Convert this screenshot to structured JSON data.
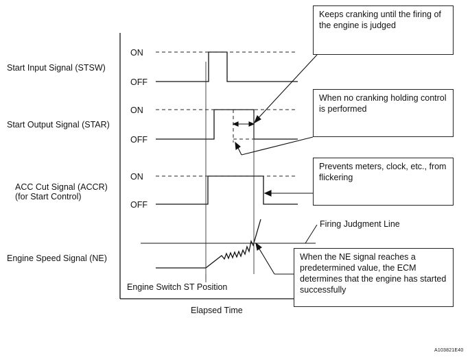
{
  "signals": [
    {
      "name": "Start Input Signal (STSW)",
      "on": "ON",
      "off": "OFF"
    },
    {
      "name": "Start Output Signal (STAR)",
      "on": "ON",
      "off": "OFF"
    },
    {
      "name": "ACC Cut Signal (ACCR)",
      "subname": "(for Start Control)",
      "on": "ON",
      "off": "OFF"
    },
    {
      "name": "Engine Speed Signal (NE)"
    }
  ],
  "callouts": {
    "cranking": "Keeps cranking until the firing of the engine is judged",
    "holding": "When no cranking holding control is performed",
    "flicker": "Prevents meters, clock, etc., from flickering",
    "ne": "When the NE signal reaches a predetermined value, the ECM determines that the engine has started successfully"
  },
  "labels": {
    "firing_line": "Firing Judgment Line",
    "switch_pos": "Engine Switch ST Position",
    "x_axis": "Elapsed Time",
    "figure_code": "A103821E40"
  }
}
